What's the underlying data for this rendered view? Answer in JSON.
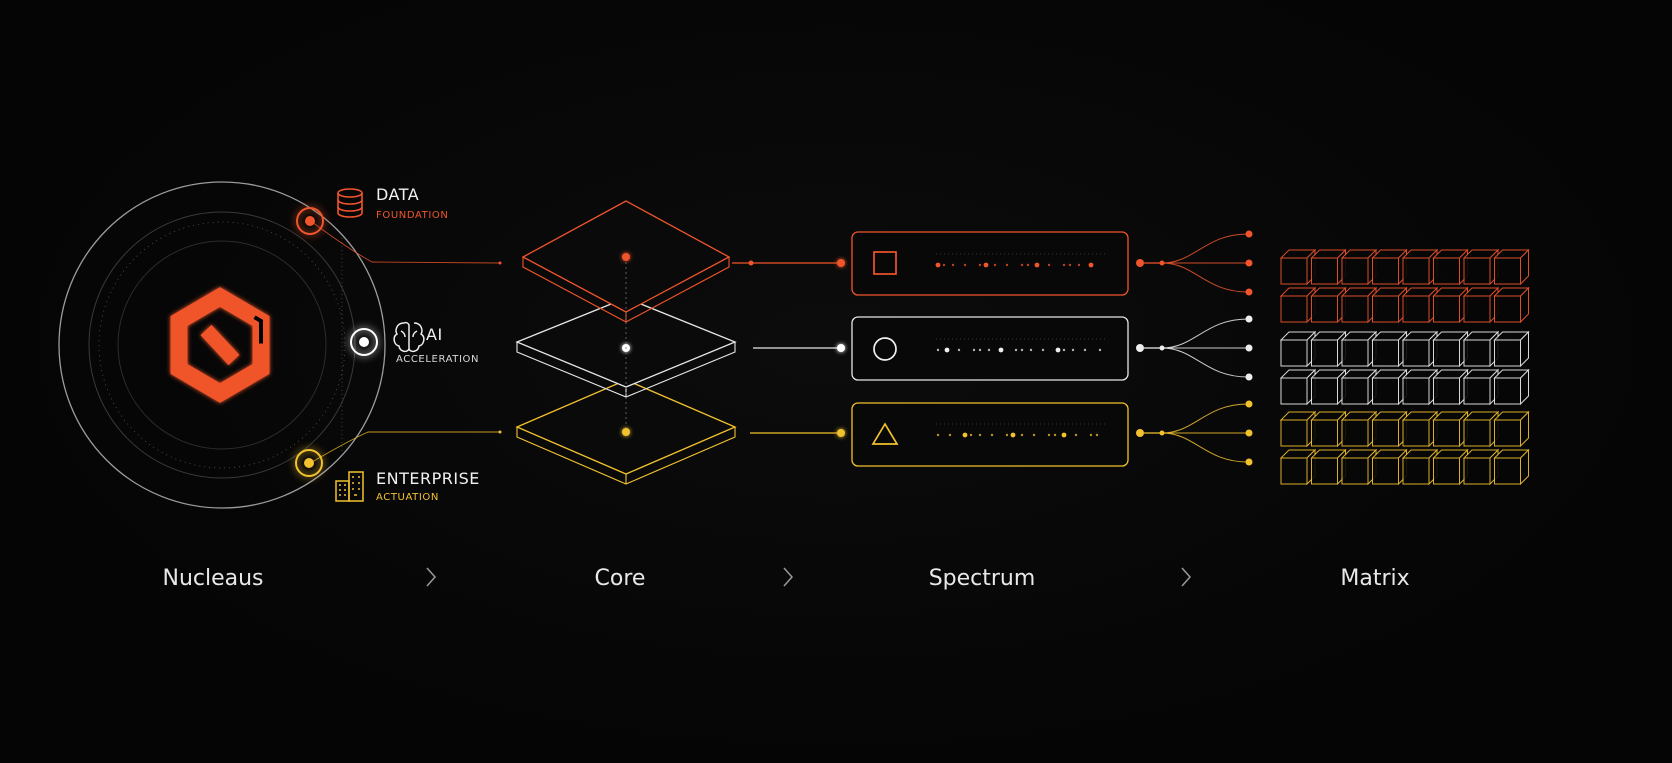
{
  "colors": {
    "background": "#050505",
    "orange": "#f0552b",
    "white": "#eeeeee",
    "yellow": "#f2c12e",
    "ring": "#bdbdbd"
  },
  "nucleus_nodes": [
    {
      "title": "DATA",
      "subtitle": "FOUNDATION",
      "icon": "database-icon",
      "color": "#f0552b"
    },
    {
      "title": "AI",
      "subtitle": "ACCELERATION",
      "icon": "brain-icon",
      "color": "#eeeeee"
    },
    {
      "title": "ENTERPRISE",
      "subtitle": "ACTUATION",
      "icon": "building-icon",
      "color": "#f2c12e"
    }
  ],
  "spectrum_symbols": [
    "square-icon",
    "circle-icon",
    "triangle-icon"
  ],
  "stages": [
    "Nucleaus",
    "Core",
    "Spectrum",
    "Matrix"
  ],
  "separator_icon": "chevron-right-icon",
  "logo_icon": "interlocked-hexagon-logo-icon"
}
